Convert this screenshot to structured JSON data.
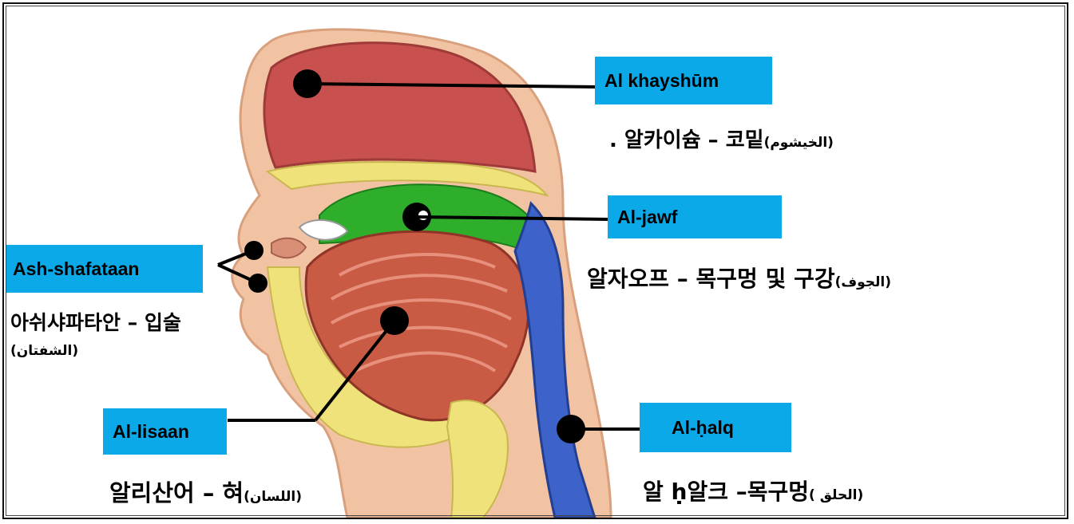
{
  "labels": {
    "nose": {
      "name": "Al  khayshūm",
      "desc_main": ". 알카이슘 – 코밑",
      "desc_ar": "(الخيشوم)"
    },
    "jawf": {
      "name": "Al-jawf",
      "desc_main": "알자오프 – 목구멍 및 구강",
      "desc_ar": "(الجوف)"
    },
    "lips": {
      "name": "Ash-shafataan",
      "desc_main": "아쉬샤파타안 – 입술",
      "desc_ar": "(الشفتان)"
    },
    "tongue": {
      "name": "Al-lisaan",
      "desc_main": "알리산어 – 혀",
      "desc_ar": "(اللسان)"
    },
    "throat": {
      "name": "Al-ḥalq",
      "desc_main": "알 ḥ알크 –목구멍",
      "desc_ar": "( الحلق)"
    }
  },
  "colors": {
    "label_bg": "#0ca9e8",
    "nasal": "#c8514f",
    "oral": "#2fae2c",
    "tongue": "#c95a44",
    "throat": "#3d62c9",
    "bone": "#efe27a",
    "skin": "#f2c3a3",
    "marker": "#000000"
  },
  "icons": [
    "marker-dot"
  ]
}
